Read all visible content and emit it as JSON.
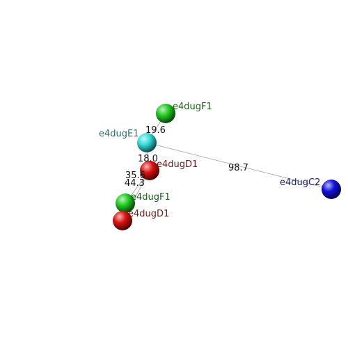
{
  "nodes": [
    {
      "id": "n0",
      "label": "e4dugF1",
      "color": "#22cc22",
      "label_color": "#1a5c1a"
    },
    {
      "id": "n1",
      "label": "e4dugE1",
      "color": "#33dddd",
      "label_color": "#2a6a7a"
    },
    {
      "id": "n2",
      "label": "e4dugD1",
      "color": "#dd1111",
      "label_color": "#6a1a1a"
    },
    {
      "id": "n3",
      "label": "e4dugC2",
      "color": "#1111dd",
      "label_color": "#1a1a6a"
    },
    {
      "id": "n4",
      "label": "e4dugF1",
      "color": "#22cc22",
      "label_color": "#1a5c1a"
    },
    {
      "id": "n5",
      "label": "e4dugD1",
      "color": "#dd1111",
      "label_color": "#6a1a1a"
    }
  ],
  "edges": [
    {
      "from": "n0",
      "to": "n1",
      "label": "19.6"
    },
    {
      "from": "n1",
      "to": "n2",
      "label": "18.0"
    },
    {
      "from": "n1",
      "to": "n3",
      "label": "98.7"
    },
    {
      "from": "n2",
      "to": "n4",
      "label": "35.6"
    },
    {
      "from": "n2",
      "to": "n5",
      "label": "44.3"
    }
  ]
}
